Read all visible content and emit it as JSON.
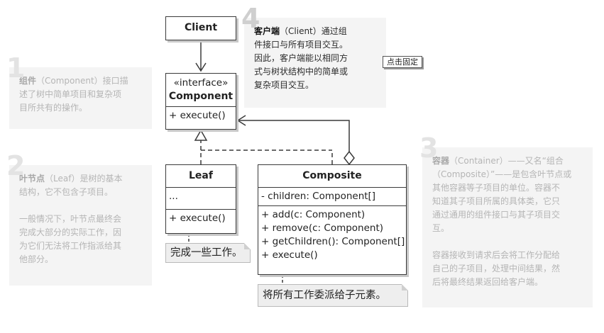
{
  "classes": {
    "client": {
      "name": "Client"
    },
    "component": {
      "stereotype": "«interface»",
      "name": "Component",
      "method": "+ execute()"
    },
    "leaf": {
      "name": "Leaf",
      "fields": "...",
      "method": "+ execute()"
    },
    "composite": {
      "name": "Composite",
      "field": "- children: Component[]",
      "methods": [
        "+ add(c: Component)",
        "+ remove(c: Component)",
        "+ getChildren(): Component[]",
        "+ execute()"
      ]
    }
  },
  "notes": {
    "n1": {
      "num": "1",
      "term": "组件",
      "line1": "（Component）接口描",
      "line2": "述了树中简单项目和复杂项",
      "line3": "目所共有的操作。"
    },
    "n2": {
      "num": "2",
      "term": "叶节点",
      "line1": "（Leaf）是树的基本",
      "line2": "结构，它不包含子项目。",
      "p2_line1": "一般情况下，叶节点最终会",
      "p2_line2": "完成大部分的实际工作，因",
      "p2_line3": "为它们无法将工作指派给其",
      "p2_line4": "他部分。"
    },
    "n3": {
      "num": "3",
      "term": "容器",
      "line1": "（Container）——又名“组合",
      "line2": "（Composite）”——是包含叶节点或",
      "line3": "其他容器等子项目的单位。容器不",
      "line4": "知道其子项目所属的具体类，它只",
      "line5": "通过通用的组件接口与其子项目交",
      "line6": "互。",
      "p2_line1": "容器接收到请求后会将工作分配给",
      "p2_line2": "自己的子项目，处理中间结果，然",
      "p2_line3": "后将最终结果返回给客户端。"
    },
    "n4": {
      "num": "4",
      "term": "客户端",
      "line1": "（Client）通过组",
      "line2": "件接口与所有项目交互。",
      "line3": "因此，客户端能以相同方",
      "line4": "式与树状结构中的简单或",
      "line5": "复杂项目交互。"
    }
  },
  "pin_button": "点击固定",
  "sticky_leaf": "完成一些工作。",
  "sticky_composite": "将所有工作委派给子元素。"
}
